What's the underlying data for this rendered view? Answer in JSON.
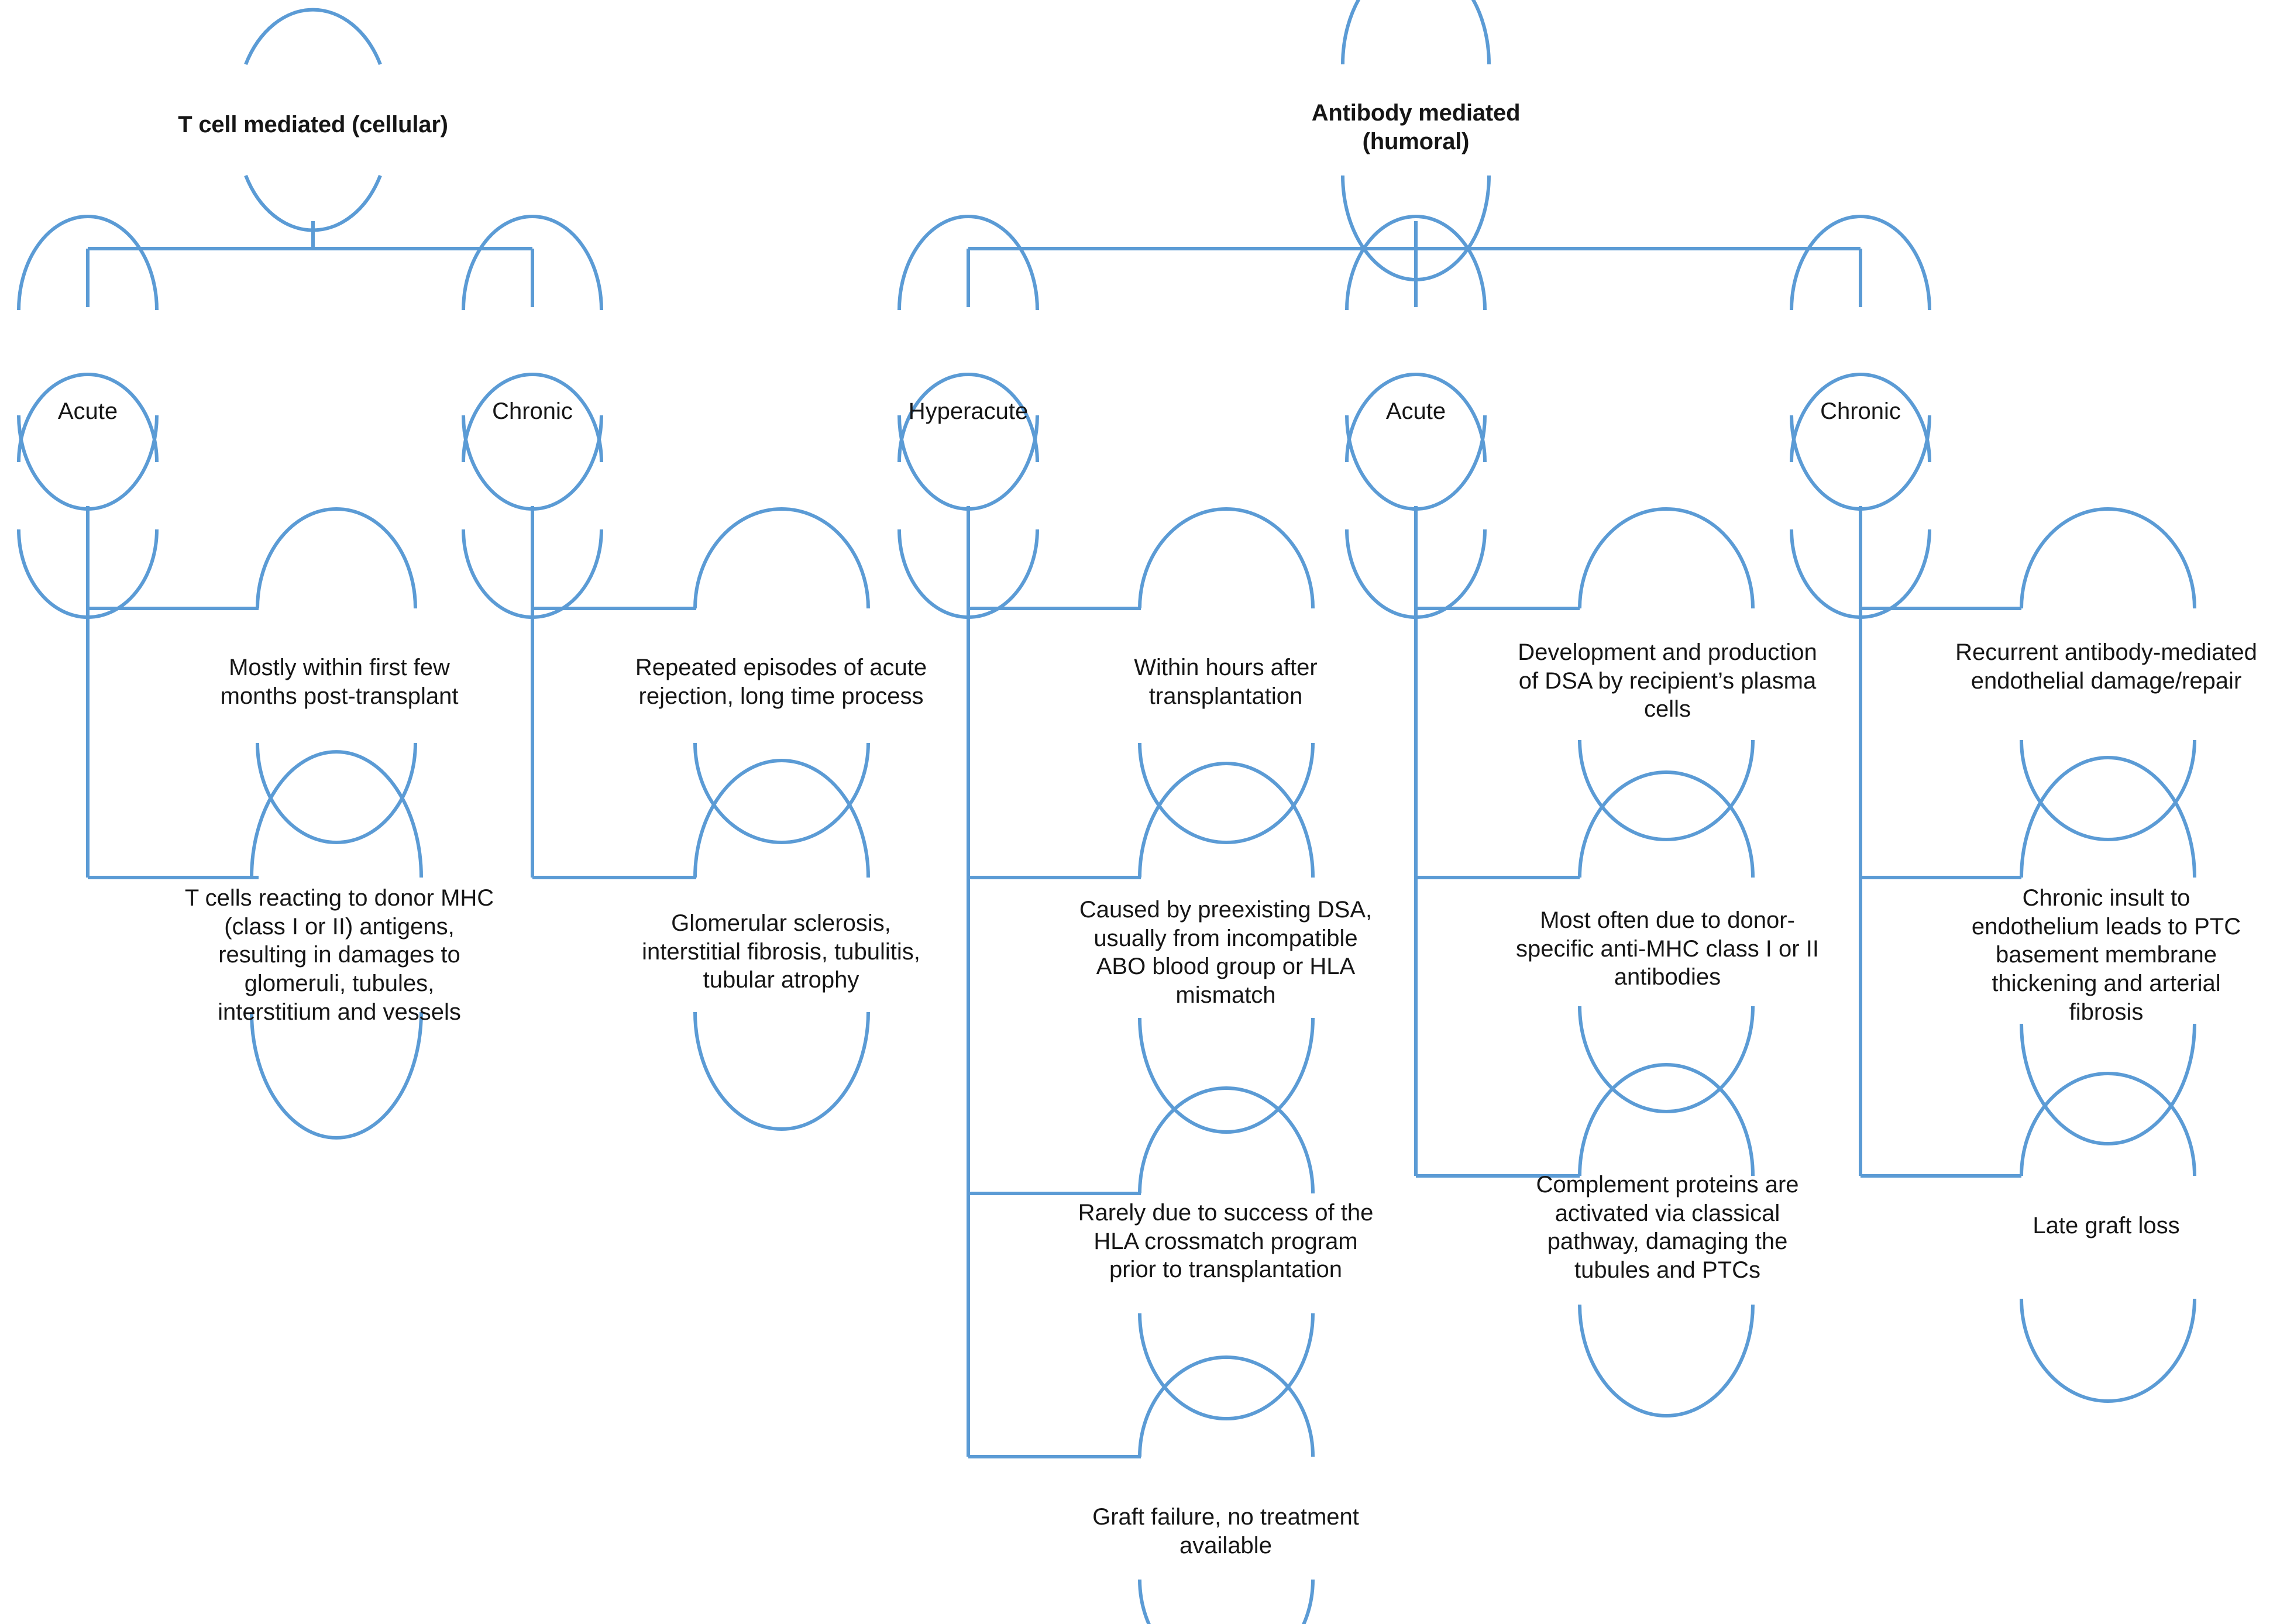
{
  "diagram": {
    "title_hidden": "",
    "line_color": "#5B9BD5",
    "text_color": "#161616",
    "background": "#ffffff"
  },
  "branches": [
    {
      "id": "t-cell",
      "root": "T cell mediated (cellular)",
      "children": [
        {
          "id": "t-cell-acute",
          "label": "Acute",
          "details": [
            "Mostly within first few\nmonths post-transplant",
            "T cells reacting to donor MHC\n(class I or II) antigens,\nresulting in damages to\nglomeruli, tubules,\ninterstitium and vessels"
          ]
        },
        {
          "id": "t-cell-chronic",
          "label": "Chronic",
          "details": [
            "Repeated episodes of acute\nrejection, long time process",
            "Glomerular sclerosis,\ninterstitial fibrosis, tubulitis,\ntubular atrophy"
          ]
        }
      ]
    },
    {
      "id": "antibody",
      "root": "Antibody mediated\n(humoral)",
      "children": [
        {
          "id": "antibody-hyperacute",
          "label": "Hyperacute",
          "details": [
            "Within hours after\ntransplantation",
            "Caused by preexisting DSA,\nusually from incompatible\nABO blood group or HLA\nmismatch",
            "Rarely due to success of the\nHLA crossmatch program\nprior to transplantation",
            "Graft failure, no treatment\navailable"
          ]
        },
        {
          "id": "antibody-acute",
          "label": "Acute",
          "details": [
            "Development and production\nof DSA by recipient’s plasma\ncells",
            "Most often due to donor-\nspecific anti-MHC class I or II\nantibodies",
            "Complement proteins are\nactivated via classical\npathway, damaging the\ntubules and PTCs"
          ]
        },
        {
          "id": "antibody-chronic",
          "label": "Chronic",
          "details": [
            "Recurrent antibody-mediated\nendothelial damage/repair",
            "Chronic insult to\nendothelium leads to PTC\nbasement membrane\nthickening and arterial\nfibrosis",
            "Late graft loss"
          ]
        }
      ]
    }
  ],
  "nodes": {
    "t_cell_root": "T cell mediated (cellular)",
    "antibody_root": "Antibody mediated\n(humoral)",
    "lvl2_t_acute": "Acute",
    "lvl2_t_chronic": "Chronic",
    "lvl2_ab_hyperacute": "Hyperacute",
    "lvl2_ab_acute": "Acute",
    "lvl2_ab_chronic": "Chronic",
    "d_ta_1": "Mostly within first few\nmonths post-transplant",
    "d_ta_2": "T cells reacting to donor MHC\n(class I or II) antigens,\nresulting in damages to\nglomeruli, tubules,\ninterstitium and vessels",
    "d_tc_1": "Repeated episodes of acute\nrejection, long time process",
    "d_tc_2": "Glomerular sclerosis,\ninterstitial fibrosis, tubulitis,\ntubular atrophy",
    "d_ah_1": "Within hours after\ntransplantation",
    "d_ah_2": "Caused by preexisting DSA,\nusually from incompatible\nABO blood group or HLA\nmismatch",
    "d_ah_3": "Rarely due to success of the\nHLA crossmatch program\nprior to transplantation",
    "d_ah_4": "Graft failure, no treatment\navailable",
    "d_aa_1": "Development and production\nof DSA by recipient’s plasma\ncells",
    "d_aa_2": "Most often due to donor-\nspecific anti-MHC class I or II\nantibodies",
    "d_aa_3": "Complement proteins are\nactivated via classical\npathway, damaging the\ntubules and PTCs",
    "d_ac_1": "Recurrent antibody-mediated\nendothelial damage/repair",
    "d_ac_2": "Chronic insult to\nendothelium leads to PTC\nbasement membrane\nthickening and arterial\nfibrosis",
    "d_ac_3": "Late graft loss"
  }
}
